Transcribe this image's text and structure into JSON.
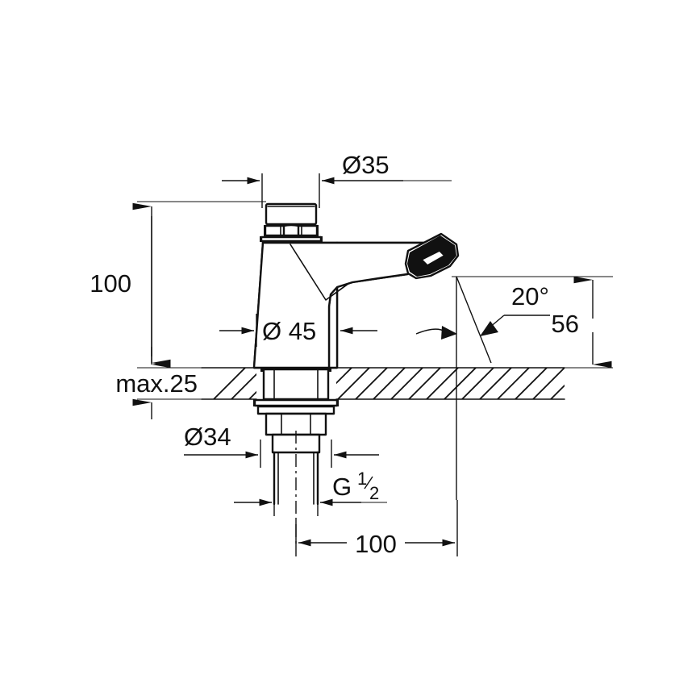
{
  "document": {
    "type": "technical-dimension-drawing",
    "subject": "deck-mounted infrared sensor basin faucet",
    "units": "mm",
    "background_color": "#ffffff",
    "line_color": "#111111"
  },
  "dimensions": {
    "cap_diameter": {
      "label": "Ø35",
      "value": 35,
      "symbol": "Ø",
      "orientation": "horizontal",
      "position": "top"
    },
    "spout_height": {
      "label": "100",
      "value": 100,
      "orientation": "vertical",
      "position": "left"
    },
    "body_diameter": {
      "label": "Ø 45",
      "value": 45,
      "symbol": "Ø",
      "orientation": "horizontal",
      "position": "body"
    },
    "deck_thickness": {
      "label": "max.25",
      "value": 25,
      "prefix": "max.",
      "orientation": "vertical",
      "position": "deck"
    },
    "base_diameter": {
      "label": "Ø34",
      "value": 34,
      "symbol": "Ø",
      "orientation": "horizontal",
      "position": "below-deck"
    },
    "thread_size": {
      "label_main": "G",
      "label_numerator": "1",
      "label_denominator": "2",
      "label": "G 1/2",
      "orientation": "horizontal",
      "position": "shank"
    },
    "spout_reach": {
      "label": "100",
      "value": 100,
      "orientation": "horizontal",
      "position": "bottom"
    },
    "outlet_height": {
      "label": "56",
      "value": 56,
      "orientation": "vertical",
      "position": "right"
    },
    "outlet_angle": {
      "label": "20°",
      "value": 20,
      "symbol": "°",
      "orientation": "angular",
      "position": "spout-tip"
    }
  },
  "annotations": [
    {
      "name": "cap-diameter-label",
      "text": "Ø35"
    },
    {
      "name": "height-label",
      "text": "100"
    },
    {
      "name": "body-diameter-label",
      "text": "Ø 45"
    },
    {
      "name": "deck-thickness-label",
      "text": "max.25"
    },
    {
      "name": "base-diameter-label",
      "text": "Ø34"
    },
    {
      "name": "thread-label",
      "text": "G"
    },
    {
      "name": "reach-label",
      "text": "100"
    },
    {
      "name": "outlet-height-label",
      "text": "56"
    },
    {
      "name": "angle-label",
      "text": "20°"
    }
  ],
  "parts": {
    "sensor_cap": "sensor-cap",
    "hex_nut": "hex-nut",
    "flange": "flange",
    "body": "tapered-body",
    "spout": "spout",
    "aerator": "aerator-outlet",
    "deck": "mounting-deck",
    "shank": "threaded-shank",
    "mounting_nut": "mounting-nut"
  }
}
